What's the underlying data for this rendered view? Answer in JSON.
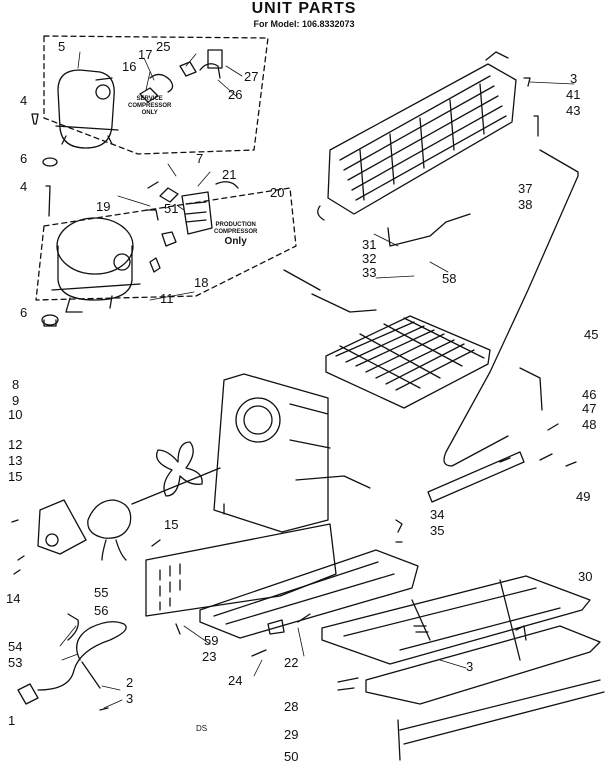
{
  "header": {
    "title": "UNIT PARTS",
    "model": "For Model: 106.8332073"
  },
  "notes": {
    "service_line1": "SERVICE",
    "service_line2": "COMPRESSOR",
    "service_line3": "ONLY",
    "production_line1": "PRODUCTION",
    "production_line2": "COMPRESSOR",
    "production_line3": "Only"
  },
  "code": "DS",
  "labels": [
    "5",
    "17",
    "25",
    "16",
    "27",
    "26",
    "4",
    "6",
    "7",
    "21",
    "20",
    "4",
    "19",
    "51",
    "18",
    "11",
    "6",
    "3",
    "41",
    "43",
    "37",
    "38",
    "31",
    "32",
    "33",
    "58",
    "45",
    "8",
    "9",
    "10",
    "12",
    "13",
    "15",
    "46",
    "47",
    "48",
    "49",
    "34",
    "35",
    "15",
    "14",
    "30",
    "55",
    "56",
    "54",
    "53",
    "59",
    "23",
    "22",
    "3",
    "2",
    "3",
    "24",
    "1",
    "28",
    "29",
    "50"
  ],
  "colors": {
    "ink": "#111111"
  }
}
